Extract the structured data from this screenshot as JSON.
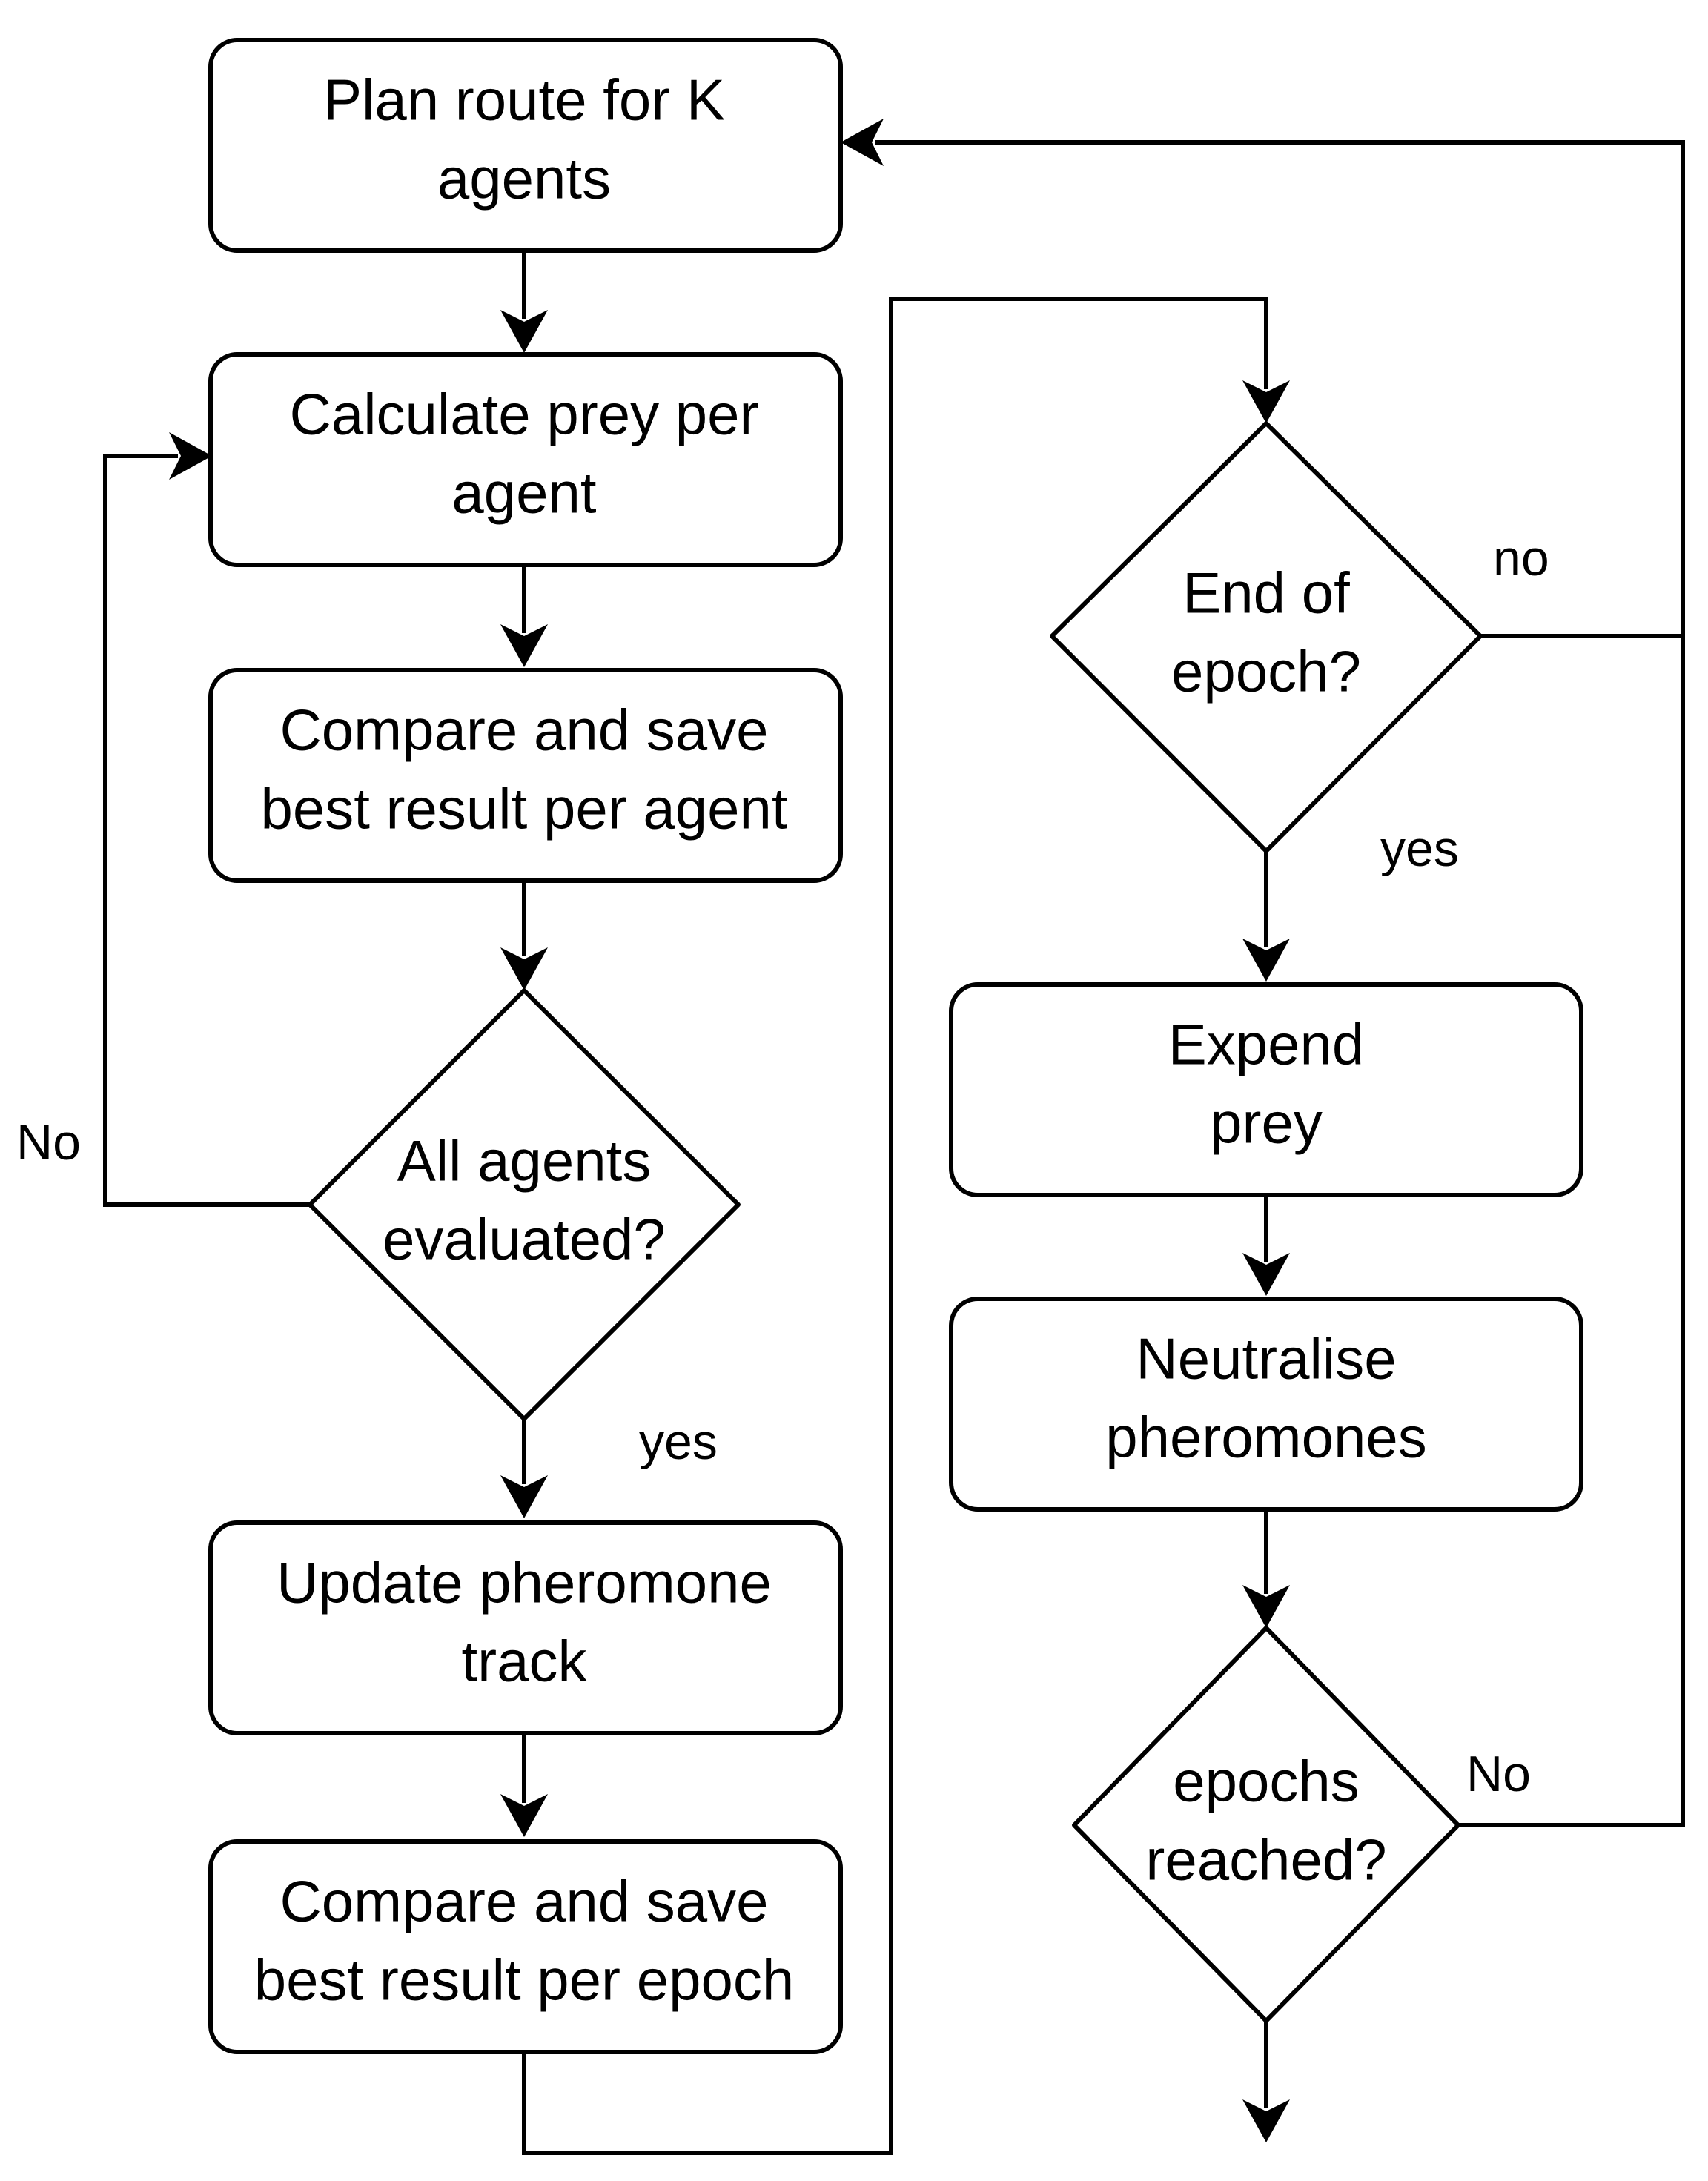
{
  "diagram": {
    "nodes": {
      "plan_route": {
        "lines": [
          "Plan route for K",
          "agents"
        ]
      },
      "calc_prey": {
        "lines": [
          "Calculate prey per",
          "agent"
        ]
      },
      "compare_agent": {
        "lines": [
          "Compare and save",
          "best result per agent"
        ]
      },
      "all_evaluated": {
        "lines": [
          "All agents",
          "evaluated?"
        ]
      },
      "update_track": {
        "lines": [
          "Update pheromone",
          "track"
        ]
      },
      "compare_epoch": {
        "lines": [
          "Compare and save",
          "best result per epoch"
        ]
      },
      "end_of_epoch": {
        "lines": [
          "End of",
          "epoch?"
        ]
      },
      "expend_prey": {
        "lines": [
          "Expend",
          "prey"
        ]
      },
      "neutralise": {
        "lines": [
          "Neutralise",
          "pheromones"
        ]
      },
      "epochs_reached": {
        "lines": [
          "epochs",
          "reached?"
        ]
      }
    },
    "edge_labels": {
      "all_evaluated_no": "No",
      "all_evaluated_yes": "yes",
      "end_of_epoch_no": "no",
      "end_of_epoch_yes": "yes",
      "epochs_reached_no": "No"
    }
  }
}
